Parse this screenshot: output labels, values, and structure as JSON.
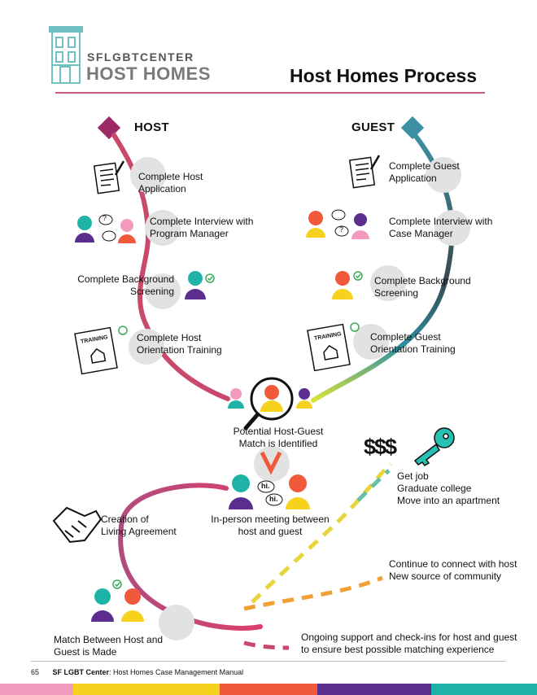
{
  "header": {
    "logo_line1": "SFLGBTCENTER",
    "logo_line2": "HOST HOMES",
    "title": "Host Homes Process"
  },
  "columns": {
    "host": "HOST",
    "guest": "GUEST"
  },
  "host_steps": [
    "Complete Host\nApplication",
    "Complete Interview with\nProgram Manager",
    "Complete Background\nScreening",
    "Complete Host\nOrientation Training"
  ],
  "guest_steps": [
    "Complete Guest\nApplication",
    "Complete Interview with\nCase Manager",
    "Complete Background\nScreening",
    "Complete Guest\nOrientation Training"
  ],
  "match": {
    "identified": "Potential Host-Guest\nMatch is Identified",
    "meeting": "In-person meeting between\nhost and guest",
    "agreement": "Creation of\nLiving Agreement",
    "made": "Match Between Host and\nGuest is Made"
  },
  "outcomes": {
    "support": "Ongoing support and check-ins for host and guest\nto ensure best possible matching experience",
    "community": "Continue to connect with host\nNew source of community",
    "goals": "Get job\nGraduate college\nMove into an apartment"
  },
  "icons": {
    "training_label": "TRAINING",
    "speech_hi": "hi.",
    "money": "$$$",
    "question": "?"
  },
  "footer": {
    "page_number": "65",
    "org": "SF LGBT Center",
    "manual": ": Host Homes Case Management Manual"
  },
  "colors": {
    "host_path": "#c9496a",
    "guest_path": "#3d8fa3",
    "purple": "#5b2d8e",
    "teal": "#1fb3a8",
    "pink": "#f29bbf",
    "orange": "#f05a3a",
    "yellow": "#f6d21f"
  }
}
